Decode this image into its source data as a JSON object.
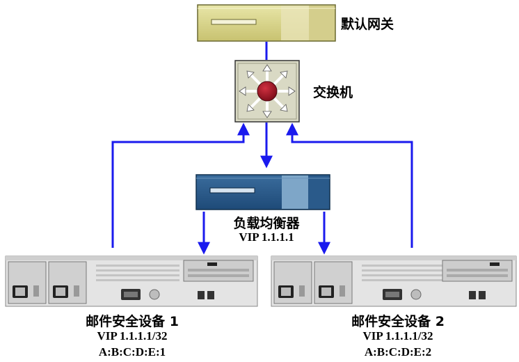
{
  "gateway": {
    "label": "默认网关"
  },
  "switch": {
    "label": "交换机"
  },
  "load_balancer": {
    "label": "负载均衡器",
    "vip": "VIP 1.1.1.1"
  },
  "appliances": [
    {
      "label": "邮件安全设备 1",
      "vip": "VIP 1.1.1.1/32",
      "mac": "A:B:C:D:E:1"
    },
    {
      "label": "邮件安全设备 2",
      "vip": "VIP 1.1.1.1/32",
      "mac": "A:B:C:D:E:2"
    }
  ],
  "colors": {
    "link": "#1a1aee",
    "gateway_body": "#d6d28a",
    "switch_body": "#d8d8c0",
    "switch_hub": "#9a1020",
    "lb_body": "#2a5a8a",
    "appliance_body": "#e2e2e2"
  }
}
